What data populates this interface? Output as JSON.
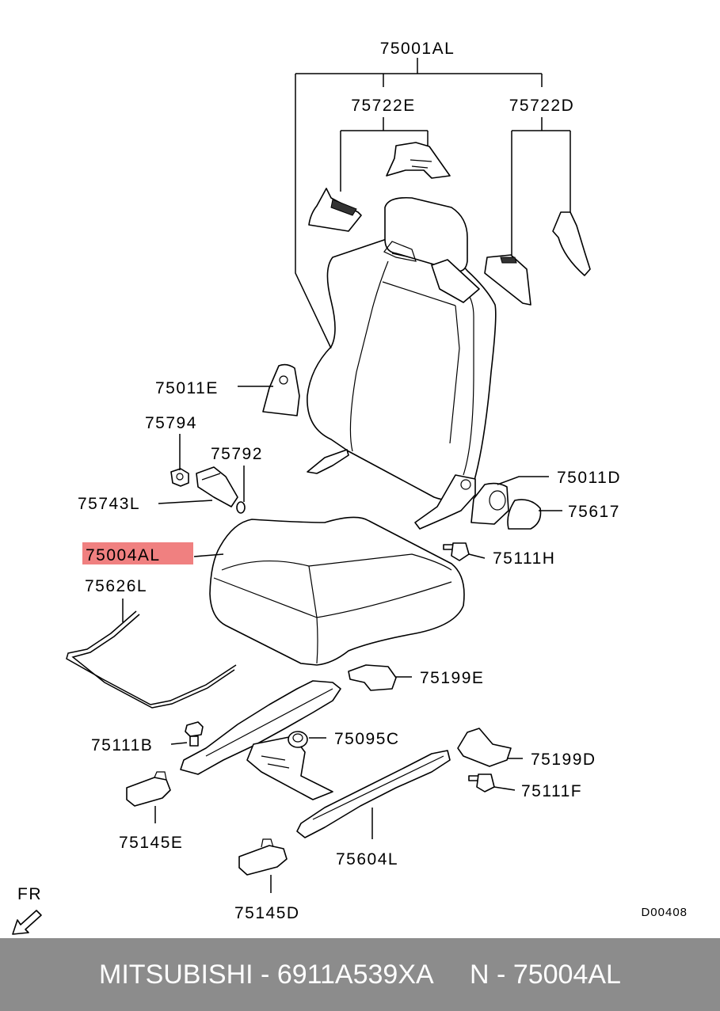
{
  "diagram": {
    "labels": {
      "p75001AL": "75001AL",
      "p75722E": "75722E",
      "p75722D": "75722D",
      "p75011E": "75011E",
      "p75794": "75794",
      "p75792": "75792",
      "p75743L": "75743L",
      "p75004AL": "75004AL",
      "p75626L": "75626L",
      "p75011D": "75011D",
      "p75617": "75617",
      "p75111H": "75111H",
      "p75199E": "75199E",
      "p75111B": "75111B",
      "p75095C": "75095C",
      "p75199D": "75199D",
      "p75111F": "75111F",
      "p75145E": "75145E",
      "p75604L": "75604L",
      "p75145D": "75145D"
    },
    "highlighted_part": "75004AL",
    "highlight_color": "#f08080",
    "direction_label": "FR",
    "diagram_code": "D00408"
  },
  "footer": {
    "text": "MITSUBISHI - 6911A539XA     N - 75004AL",
    "background": "#8c8c8c"
  }
}
